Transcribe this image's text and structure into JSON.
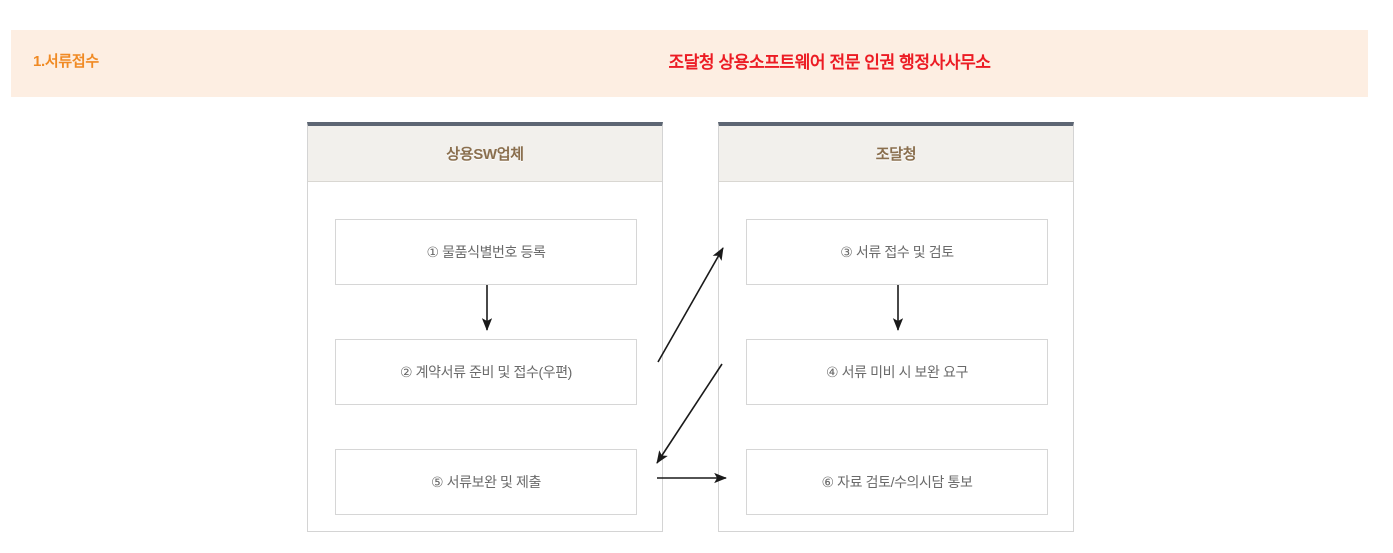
{
  "banner": {
    "step_label": "1.서류접수",
    "title": "조달청 상용소프트웨어 전문 인권 행정사사무소",
    "background_color": "#fdeee2",
    "step_color": "#f08a24",
    "title_color": "#ec1c24"
  },
  "diagram": {
    "type": "swimlane-flowchart",
    "lane_header_color": "#8a6f4e",
    "lane_top_border_color": "#5d6673",
    "lanes": [
      {
        "id": "vendor",
        "header": "상용SW업체",
        "nodes": [
          {
            "marker": "①",
            "label": "① 물품식별번호 등록"
          },
          {
            "marker": "②",
            "label": "② 계약서류 준비 및 접수(우편)"
          },
          {
            "marker": "⑤",
            "label": "⑤ 서류보완 및 제출"
          }
        ]
      },
      {
        "id": "ppsadmin",
        "header": "조달청",
        "nodes": [
          {
            "marker": "③",
            "label": "③ 서류 접수 및 검토"
          },
          {
            "marker": "④",
            "label": "④ 서류 미비 시 보완 요구"
          },
          {
            "marker": "⑥",
            "label": "⑥ 자료 검토/수의시담 통보"
          }
        ]
      }
    ],
    "connectors": [
      {
        "name": "vendor-1-to-2",
        "from": "①",
        "to": "②",
        "direction": "down"
      },
      {
        "name": "pps-3-to-4",
        "from": "③",
        "to": "④",
        "direction": "down"
      },
      {
        "name": "vendor-2-to-pps-3",
        "from": "②",
        "to": "③",
        "direction": "up-right"
      },
      {
        "name": "pps-4-to-vendor-5",
        "from": "④",
        "to": "⑤",
        "direction": "down-left"
      },
      {
        "name": "vendor-5-to-pps-6",
        "from": "⑤",
        "to": "⑥",
        "direction": "right"
      }
    ]
  }
}
